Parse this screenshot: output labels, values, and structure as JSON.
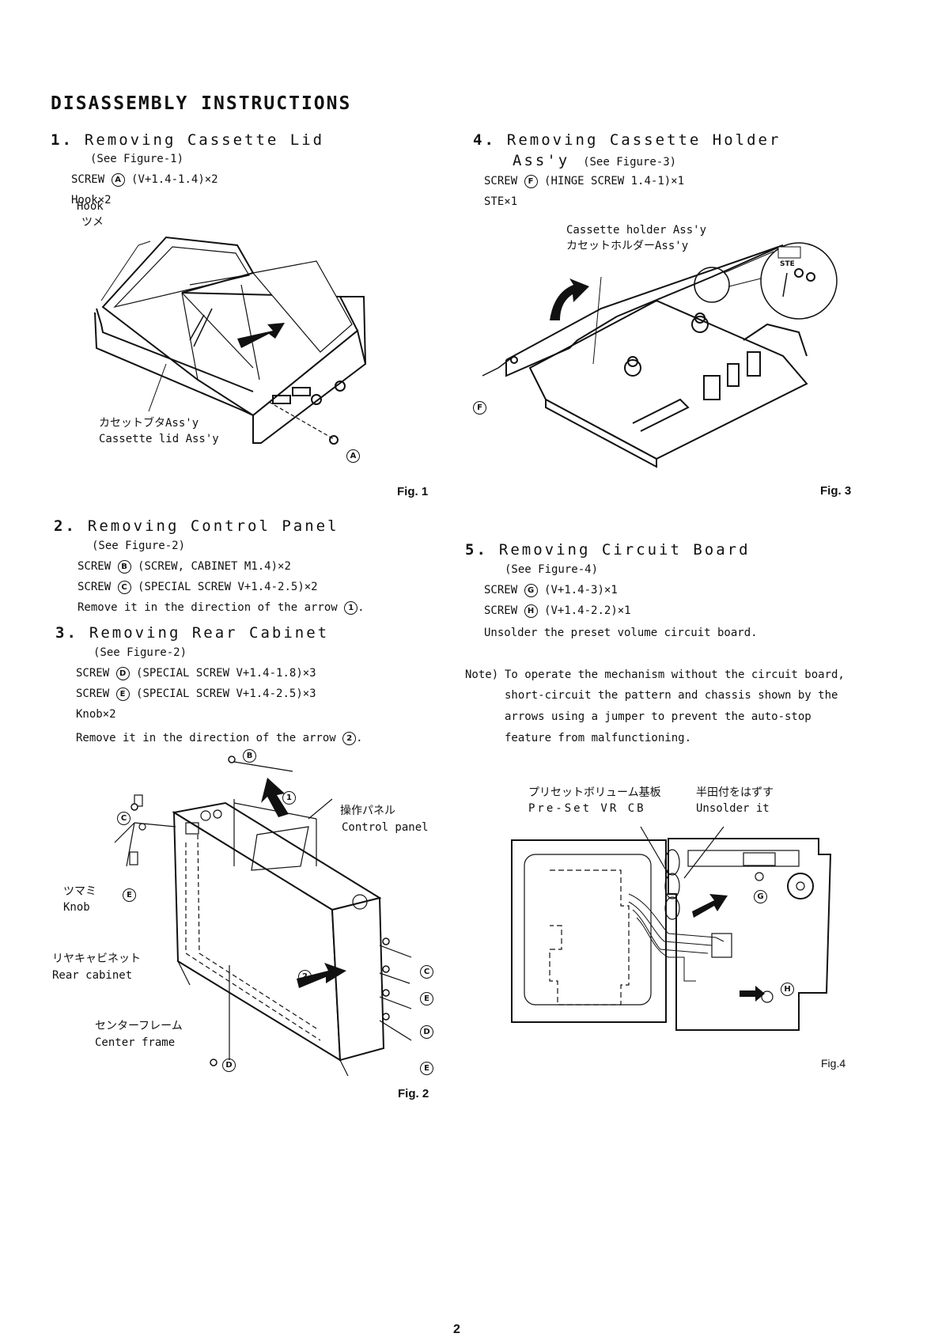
{
  "page": {
    "title": "DISASSEMBLY INSTRUCTIONS",
    "page_number": "2"
  },
  "section1": {
    "num": "1.",
    "title": "Removing Cassette Lid",
    "see": "(See Figure-1)",
    "screw_label": "SCREW",
    "screw_letter": "A",
    "screw_spec": "(V+1.4-1.4)×2",
    "hook": "Hook×2",
    "fig_label_hook_en": "Hook",
    "fig_label_hook_jp": "ツメ",
    "fig_label_lid_jp": "カセットブタAss'y",
    "fig_label_lid_en": "Cassette lid Ass'y",
    "fig_screw_letter": "A",
    "caption": "Fig. 1"
  },
  "section2": {
    "num": "2.",
    "title": "Removing Control Panel",
    "see": "(See Figure-2)",
    "screw_label": "SCREW",
    "screw1_letter": "B",
    "screw1_spec": "(SCREW, CABINET M1.4)×2",
    "screw2_letter": "C",
    "screw2_spec": "(SPECIAL SCREW V+1.4-2.5)×2",
    "remove": "Remove it in the direction of the arrow",
    "arrow_num": "1",
    "remove_end": "."
  },
  "section3": {
    "num": "3.",
    "title": "Removing Rear Cabinet",
    "see": "(See Figure-2)",
    "screw_label": "SCREW",
    "screw1_letter": "D",
    "screw1_spec": "(SPECIAL SCREW V+1.4-1.8)×3",
    "screw2_letter": "E",
    "screw2_spec": "(SPECIAL SCREW V+1.4-2.5)×3",
    "knob": "Knob×2",
    "remove": "Remove it in the direction of the arrow",
    "arrow_num": "2",
    "remove_end": "."
  },
  "figure2": {
    "label_panel_jp": "操作パネル",
    "label_panel_en": "Control panel",
    "label_knob_jp": "ツマミ",
    "label_knob_en": "Knob",
    "label_rear_jp": "リヤキャビネット",
    "label_rear_en": "Rear cabinet",
    "label_center_jp": "センターフレーム",
    "label_center_en": "Center frame",
    "letters": [
      "B",
      "C",
      "E",
      "C",
      "E",
      "D",
      "E",
      "D"
    ],
    "arrows": [
      "1",
      "2"
    ],
    "caption": "Fig. 2"
  },
  "section4": {
    "num": "4.",
    "title": "Removing Cassette Holder",
    "title2": "Ass'y",
    "see": "(See Figure-3)",
    "screw_label": "SCREW",
    "screw_letter": "F",
    "screw_spec": "(HINGE SCREW 1.4-1)×1",
    "ste": "STE×1",
    "fig_label_en": "Cassette holder Ass'y",
    "fig_label_jp": "カセットホルダーAss'y",
    "fig_ste": "STE",
    "fig_screw_letter": "F",
    "caption": "Fig. 3"
  },
  "section5": {
    "num": "5.",
    "title": "Removing Circuit Board",
    "see": "(See Figure-4)",
    "screw_label": "SCREW",
    "screw1_letter": "G",
    "screw1_spec": "(V+1.4-3)×1",
    "screw2_letter": "H",
    "screw2_spec": "(V+1.4-2.2)×1",
    "unsolder": "Unsolder the preset volume circuit board."
  },
  "note": {
    "prefix": "Note)",
    "lines": [
      "To operate the mechanism without the circuit board,",
      "short-circuit the pattern and chassis shown by the",
      "arrows using a jumper to prevent the auto-stop",
      "feature from malfunctioning."
    ]
  },
  "figure4": {
    "label_vr_jp": "プリセットボリューム基板",
    "label_vr_en": "Pre-Set VR CB",
    "label_unsolder_jp": "半田付をはずす",
    "label_unsolder_en": "Unsolder it",
    "letters": [
      "G",
      "H"
    ],
    "caption": "Fig.4"
  },
  "colors": {
    "ink": "#111111",
    "paper": "#ffffff"
  }
}
